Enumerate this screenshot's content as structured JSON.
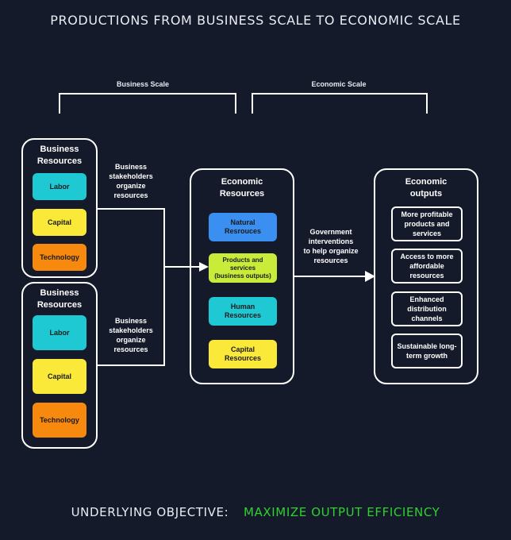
{
  "title": "PRODUCTIONS FROM BUSINESS SCALE TO ECONOMIC SCALE",
  "scales": {
    "business": "Business Scale",
    "economic": "Economic Scale"
  },
  "business_cards": [
    {
      "title": "Business\nResources",
      "items": [
        {
          "label": "Labor",
          "color": "#1fc9d3"
        },
        {
          "label": "Capital",
          "color": "#fbe93a"
        },
        {
          "label": "Technology",
          "color": "#f7890f"
        }
      ]
    },
    {
      "title": "Business\nResources",
      "items": [
        {
          "label": "Labor",
          "color": "#1fc9d3"
        },
        {
          "label": "Capital",
          "color": "#fbe93a"
        },
        {
          "label": "Technology",
          "color": "#f7890f"
        }
      ]
    }
  ],
  "captions": {
    "top": "Business\nstakeholders\norganize\nresources",
    "bottom": "Business\nstakeholders\norganize\nresources",
    "government": "Government\ninterventions\nto help organize\nresources"
  },
  "economic_resources": {
    "title": "Economic\nResources",
    "items": [
      {
        "label": "Natural\nResrouces",
        "color": "#3b8ff0"
      },
      {
        "label": "Products and\nservices\n(business outputs)",
        "color": "#c9ec3a"
      },
      {
        "label": "Human\nResources",
        "color": "#1fc9d3"
      },
      {
        "label": "Capital\nResources",
        "color": "#fbe93a"
      }
    ]
  },
  "economic_outputs": {
    "title": "Economic\noutputs",
    "items": [
      "More profitable\nproducts and\nservices",
      "Access to more\naffordable\nresources",
      "Enhanced\ndistribution\nchannels",
      "Sustainable long-\nterm growth"
    ]
  },
  "objective": {
    "prefix": "UNDERLYING OBJECTIVE:",
    "highlight": "MAXIMIZE OUTPUT EFFICIENCY",
    "highlight_color": "#2ed12e"
  }
}
